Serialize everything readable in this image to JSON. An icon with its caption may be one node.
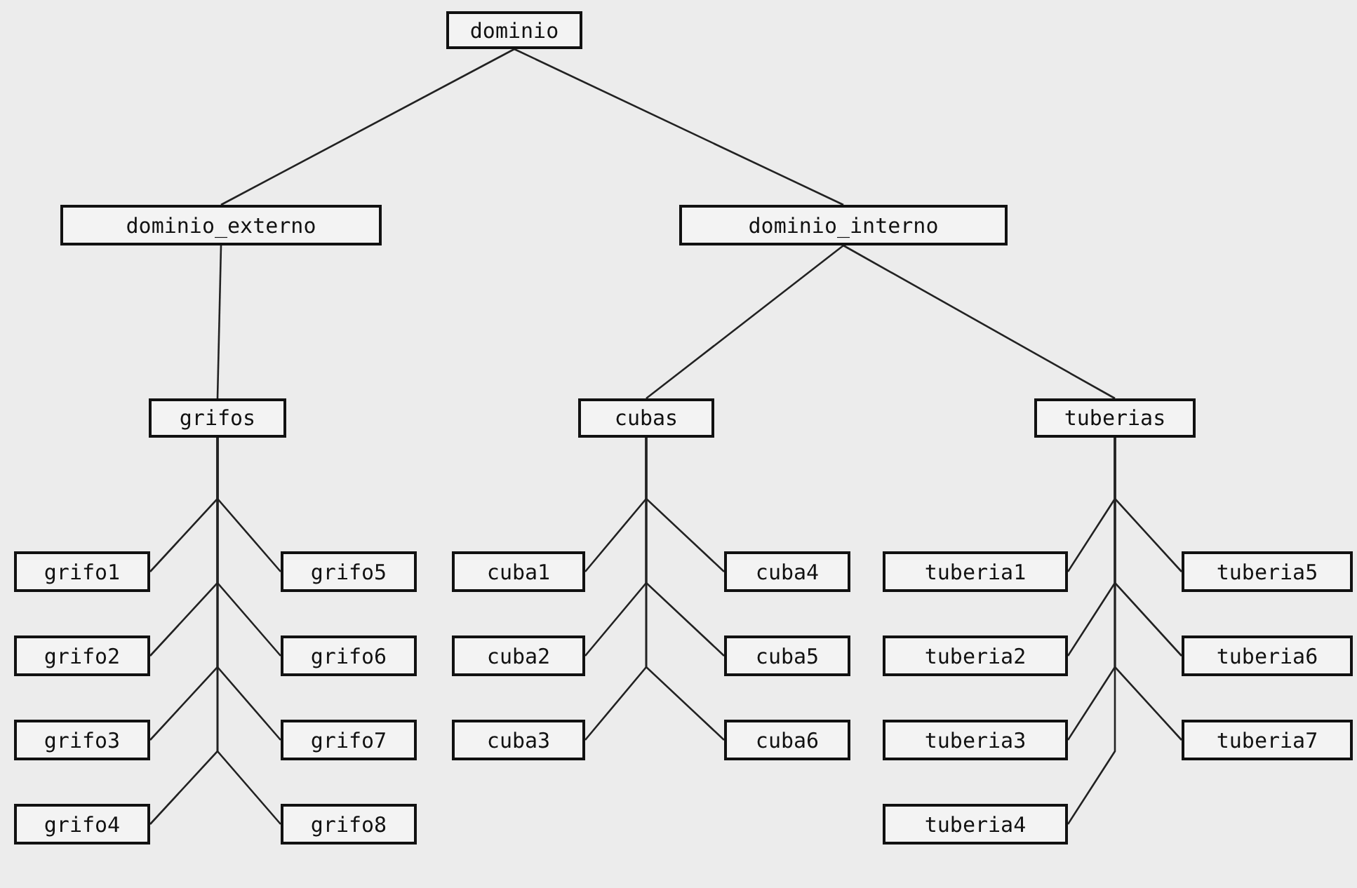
{
  "diagram": {
    "nodes": [
      {
        "text": [
          "dominio"
        ]
      },
      {
        "text": [
          "dominio_externo"
        ]
      },
      {
        "text": [
          "dominio_interno"
        ]
      },
      {
        "text": [
          "grifos"
        ]
      },
      {
        "text": [
          "cubas"
        ]
      },
      {
        "text": [
          "tuberias"
        ]
      },
      {
        "text": [
          "grifo1"
        ]
      },
      {
        "text": [
          "grifo2"
        ]
      },
      {
        "text": [
          "grifo3"
        ]
      },
      {
        "text": [
          "grifo4"
        ]
      },
      {
        "text": [
          "grifo5"
        ]
      },
      {
        "text": [
          "grifo6"
        ]
      },
      {
        "text": [
          "grifo7"
        ]
      },
      {
        "text": [
          "grifo8"
        ]
      },
      {
        "text": [
          "cuba1"
        ]
      },
      {
        "text": [
          "cuba2"
        ]
      },
      {
        "text": [
          "cuba3"
        ]
      },
      {
        "text": [
          "cuba4"
        ]
      },
      {
        "text": [
          "cuba5"
        ]
      },
      {
        "text": [
          "cuba6"
        ]
      },
      {
        "text": [
          "tuberia1"
        ]
      },
      {
        "text": [
          "tuberia2"
        ]
      },
      {
        "text": [
          "tuberia3"
        ]
      },
      {
        "text": [
          "tuberia4"
        ]
      },
      {
        "text": [
          "tuberia5"
        ]
      },
      {
        "text": [
          "tuberia6"
        ]
      },
      {
        "text": [
          "tuberia7"
        ]
      }
    ],
    "edges": [
      {
        "from": 0,
        "to": 1,
        "arrow": "none"
      },
      {
        "from": 0,
        "to": 2,
        "arrow": "none"
      },
      {
        "from": 1,
        "to": 3,
        "arrow": "none"
      },
      {
        "from": 2,
        "to": 4,
        "arrow": "none"
      },
      {
        "from": 2,
        "to": 5,
        "arrow": "none"
      },
      {
        "from": 3,
        "to": 6,
        "arrow": "none"
      },
      {
        "from": 3,
        "to": 7,
        "arrow": "none"
      },
      {
        "from": 3,
        "to": 8,
        "arrow": "none"
      },
      {
        "from": 3,
        "to": 9,
        "arrow": "none"
      },
      {
        "from": 3,
        "to": 10,
        "arrow": "none"
      },
      {
        "from": 3,
        "to": 11,
        "arrow": "none"
      },
      {
        "from": 3,
        "to": 12,
        "arrow": "none"
      },
      {
        "from": 3,
        "to": 13,
        "arrow": "none"
      },
      {
        "from": 4,
        "to": 14,
        "arrow": "none"
      },
      {
        "from": 4,
        "to": 15,
        "arrow": "none"
      },
      {
        "from": 4,
        "to": 16,
        "arrow": "none"
      },
      {
        "from": 4,
        "to": 17,
        "arrow": "none"
      },
      {
        "from": 4,
        "to": 18,
        "arrow": "none"
      },
      {
        "from": 4,
        "to": 19,
        "arrow": "none"
      },
      {
        "from": 5,
        "to": 20,
        "arrow": "none"
      },
      {
        "from": 5,
        "to": 21,
        "arrow": "none"
      },
      {
        "from": 5,
        "to": 22,
        "arrow": "none"
      },
      {
        "from": 5,
        "to": 23,
        "arrow": "none"
      },
      {
        "from": 5,
        "to": 24,
        "arrow": "none"
      },
      {
        "from": 5,
        "to": 25,
        "arrow": "none"
      },
      {
        "from": 5,
        "to": 26,
        "arrow": "none"
      }
    ]
  }
}
